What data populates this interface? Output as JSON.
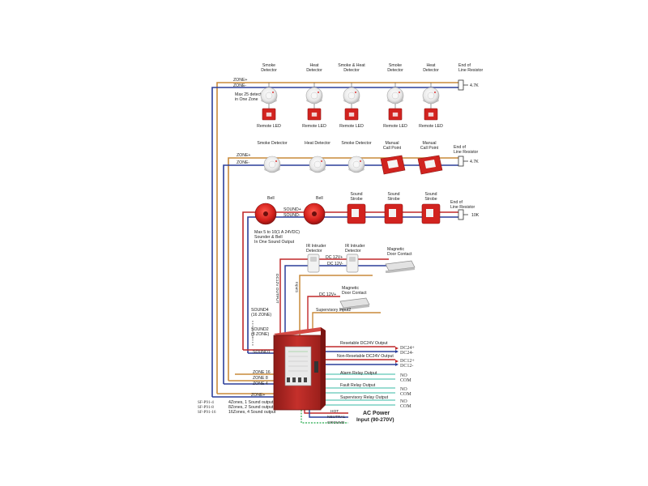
{
  "row1": {
    "zone_plus": "ZONE+",
    "zone_minus": "ZONE-",
    "max_note_1": "Max 25 detectors",
    "max_note_2": "in One Zone",
    "devices": [
      {
        "l1": "Smoke",
        "l2": "Detector"
      },
      {
        "l1": "Heat",
        "l2": "Detector"
      },
      {
        "l1": "Smoke & Heat",
        "l2": "Detector"
      },
      {
        "l1": "Smoke",
        "l2": "Detector"
      },
      {
        "l1": "Heat",
        "l2": "Detector"
      }
    ],
    "leds": [
      "Remote LED",
      "Remote LED",
      "Remote LED",
      "Remote LED",
      "Remote LED"
    ],
    "eol_1": "End of",
    "eol_2": "Line Resistor",
    "resistor": "4.7K"
  },
  "row2": {
    "zone_plus": "ZONE+",
    "zone_minus": "ZONE-",
    "devices": [
      {
        "l1": "Smoke Detector",
        "l2": ""
      },
      {
        "l1": "Heat Detector",
        "l2": ""
      },
      {
        "l1": "Smoke Detector",
        "l2": ""
      },
      {
        "l1": "Manual",
        "l2": "Call Point"
      },
      {
        "l1": "Manual",
        "l2": "Call Point"
      }
    ],
    "eol_1": "End of",
    "eol_2": "Line Resistor",
    "resistor": "4.7K"
  },
  "row3": {
    "bells": [
      "Bell",
      "Bell"
    ],
    "sound_plus": "SOUND+",
    "sound_minus": "SOUND-",
    "strobes": [
      {
        "l1": "Sound",
        "l2": "Strobe"
      },
      {
        "l1": "Sound",
        "l2": "Strobe"
      },
      {
        "l1": "Sound",
        "l2": "Strobe"
      }
    ],
    "eol_1": "End of",
    "eol_2": "Line Resistor",
    "resistor": "10K",
    "note_1": "Max 5 to 10(1 A 24VDC)",
    "note_2": "Sounder & Bell",
    "note_3": "In One Sound Output"
  },
  "row4": {
    "ir1_1": "IR Intruder",
    "ir1_2": "Detector",
    "ir2_1": "IR Intruder",
    "ir2_2": "Detector",
    "mag_1": "Magnetic",
    "mag_2": "Door Contact",
    "dc_plus": "DC 12V+",
    "dc_minus": "DC 12V-",
    "vertical_label": "DC12V OUTPUT",
    "input_label": "Input1"
  },
  "row5": {
    "dc_plus": "DC 12V+",
    "mag_1": "Magnetic",
    "mag_2": "Door Contact",
    "supervisory_input": "Supervisory Input2"
  },
  "left": {
    "sound4": "SOUND4",
    "sound4_zone": "(16 ZONE)",
    "sound2": "SOUND2",
    "sound2_zone": "(8 ZONE)",
    "sound1": "SOUND1",
    "zone16": "ZONE 16",
    "zone8": "ZONE 8",
    "zone4": "ZONE 4",
    "zone_plus": "ZONE+"
  },
  "outputs": [
    {
      "label": "Resetable DC24V Output",
      "t1": "DC24+",
      "t2": "DC24-"
    },
    {
      "label": "Non-Resetable DC24V Output",
      "t1": "DC12+",
      "t2": "DC12-"
    },
    {
      "label": "Alarm Relay Output",
      "t1": "NO",
      "t2": "COM"
    },
    {
      "label": "Fault Relay Output",
      "t1": "NO",
      "t2": "COM"
    },
    {
      "label": "Supervisory Relay Output",
      "t1": "NO",
      "t2": "COM"
    }
  ],
  "power": {
    "hot": "HOT",
    "neutral": "NEUTRAL",
    "ground": "GROUND",
    "title_1": "AC Power",
    "title_2": "Input (90-270V)"
  },
  "models": [
    {
      "code": "SF-P91-4",
      "desc": "4Zones, 1 Sound output"
    },
    {
      "code": "SF-P91-8",
      "desc": "8Zones, 2 Sound output"
    },
    {
      "code": "SF-P91-16",
      "desc": "16Zones, 4 Sound output"
    }
  ],
  "colors": {
    "wire_orange": "#c98a3a",
    "wire_blue": "#2b3f9a",
    "wire_red": "#c0282a",
    "wire_green": "#49b86a",
    "wire_teal": "#5fc7b8",
    "panel_red": "#b82a26"
  }
}
